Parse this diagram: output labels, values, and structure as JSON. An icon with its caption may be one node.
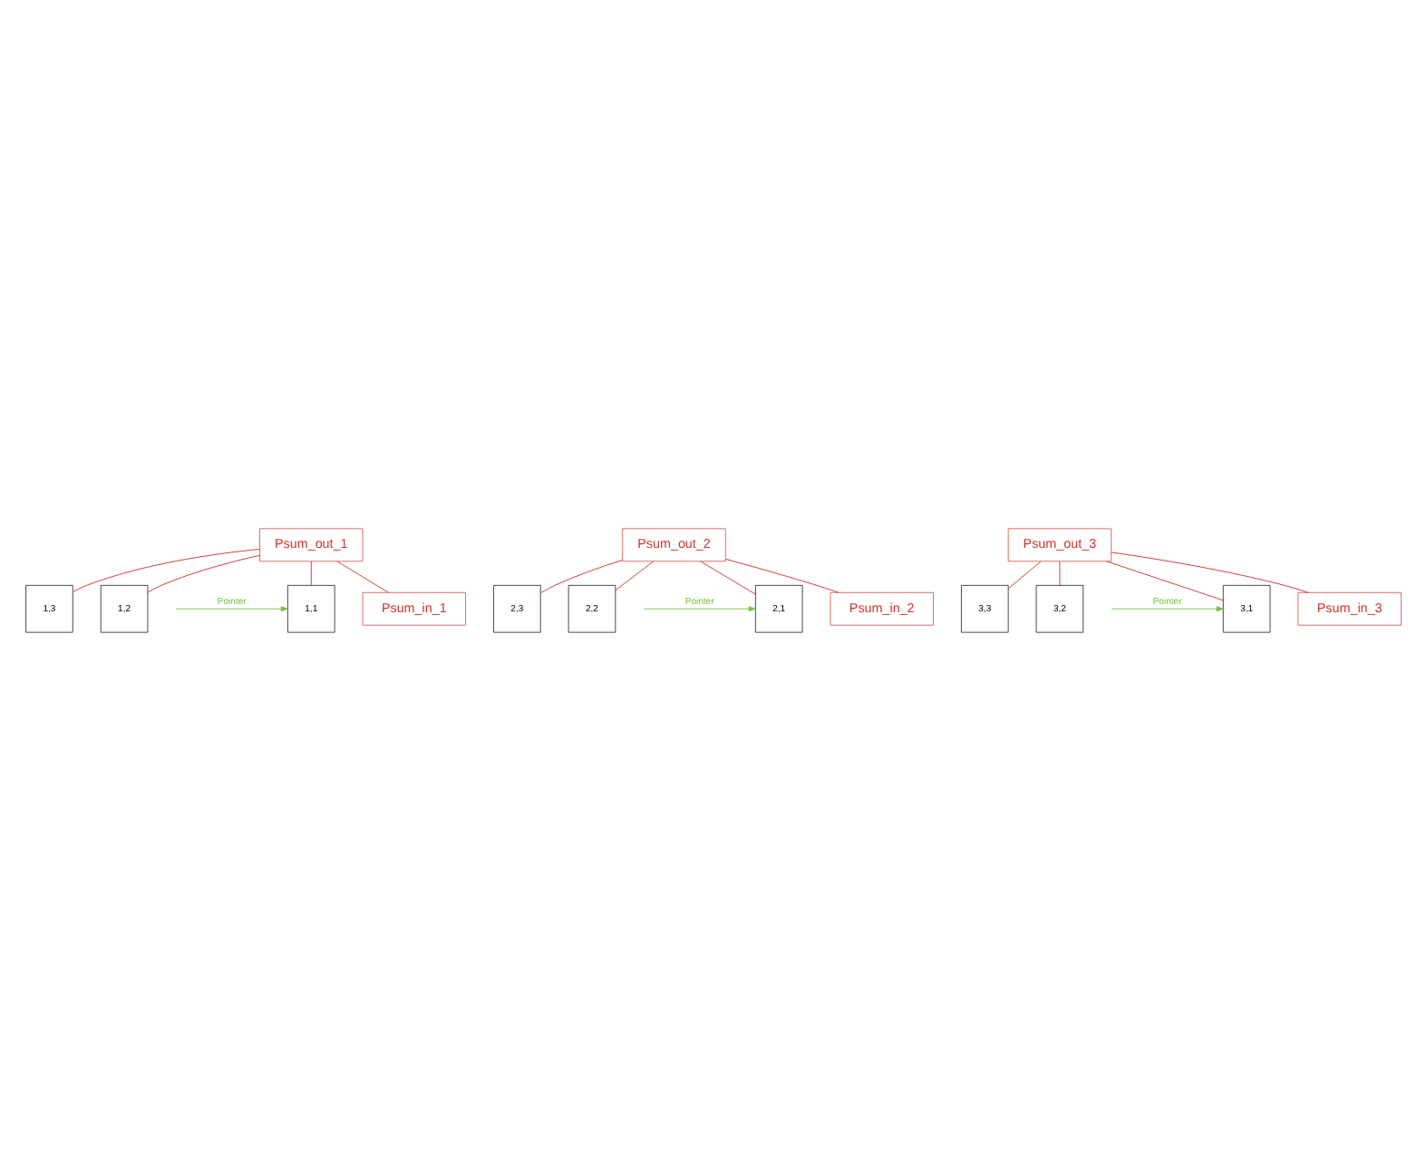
{
  "diagram": {
    "nodes": [
      {
        "text": [
          "Psum_out_1"
        ]
      },
      {
        "text": [
          "Psum_out_2"
        ]
      },
      {
        "text": [
          "Psum_out_3"
        ]
      },
      {
        "text": [
          "1,3"
        ]
      },
      {
        "text": [
          "2,3"
        ]
      },
      {
        "text": [
          "3,3"
        ]
      },
      {
        "text": [
          "1,2"
        ]
      },
      {
        "text": [
          "2,2"
        ]
      },
      {
        "text": [
          "3,2"
        ]
      },
      {
        "text": [
          "1,1"
        ]
      },
      {
        "text": [
          "2,1"
        ]
      },
      {
        "text": [
          "3,1"
        ]
      },
      {
        "text": [
          "Psum_in_1"
        ]
      },
      {
        "text": [
          "Psum_in_2"
        ]
      },
      {
        "text": [
          "Psum_in_3"
        ]
      }
    ],
    "edges": [
      {
        "from": 0,
        "to": 3,
        "arrow": "none"
      },
      {
        "from": 0,
        "to": 6,
        "arrow": "none"
      },
      {
        "from": 0,
        "to": 9,
        "arrow": "none"
      },
      {
        "from": 0,
        "to": 12,
        "arrow": "none"
      },
      {
        "from": 1,
        "to": 4,
        "arrow": "none"
      },
      {
        "from": 1,
        "to": 7,
        "arrow": "none"
      },
      {
        "from": 1,
        "to": 10,
        "arrow": "none"
      },
      {
        "from": 1,
        "to": 13,
        "arrow": "none"
      },
      {
        "from": 2,
        "to": 5,
        "arrow": "none"
      },
      {
        "from": 2,
        "to": 8,
        "arrow": "none"
      },
      {
        "from": 2,
        "to": 11,
        "arrow": "none"
      },
      {
        "from": 2,
        "to": 14,
        "arrow": "none"
      },
      {
        "from": null,
        "to": 9,
        "arrow": "to",
        "label": "Pointer",
        "color": "#7ac143"
      },
      {
        "from": null,
        "to": 10,
        "arrow": "to",
        "label": "Pointer",
        "color": "#7ac143"
      },
      {
        "from": null,
        "to": 11,
        "arrow": "to",
        "label": "Pointer",
        "color": "#7ac143"
      }
    ]
  }
}
